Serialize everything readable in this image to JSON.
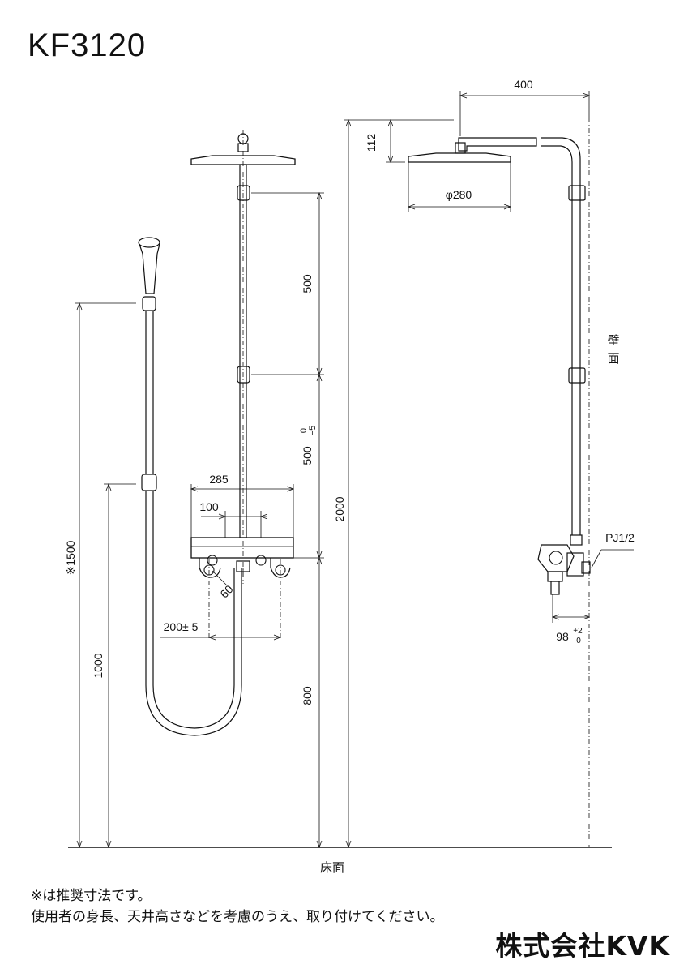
{
  "header": {
    "model": "KF3120"
  },
  "dimensions": {
    "d400": "400",
    "d112": "112",
    "d280": "φ280",
    "d500a": "500",
    "d500b": "500",
    "d500b_tol_upper": "0",
    "d500b_tol_lower": "−5",
    "d285": "285",
    "d100": "100",
    "d60": "60",
    "d200": "200± 5",
    "d1500": "※1500",
    "d1000": "1000",
    "d2000": "2000",
    "d800": "800",
    "d98": "98",
    "d98_tol_upper": "+2",
    "d98_tol_lower": "0",
    "pj": "PJ1/2"
  },
  "labels": {
    "wall_1": "壁",
    "wall_2": "面",
    "floor": "床面"
  },
  "notes": {
    "line1": "※は推奨寸法です。",
    "line2": "使用者の身長、天井高さなどを考慮のうえ、取り付けてください。"
  },
  "footer": {
    "brand": "株式会社KVK"
  }
}
